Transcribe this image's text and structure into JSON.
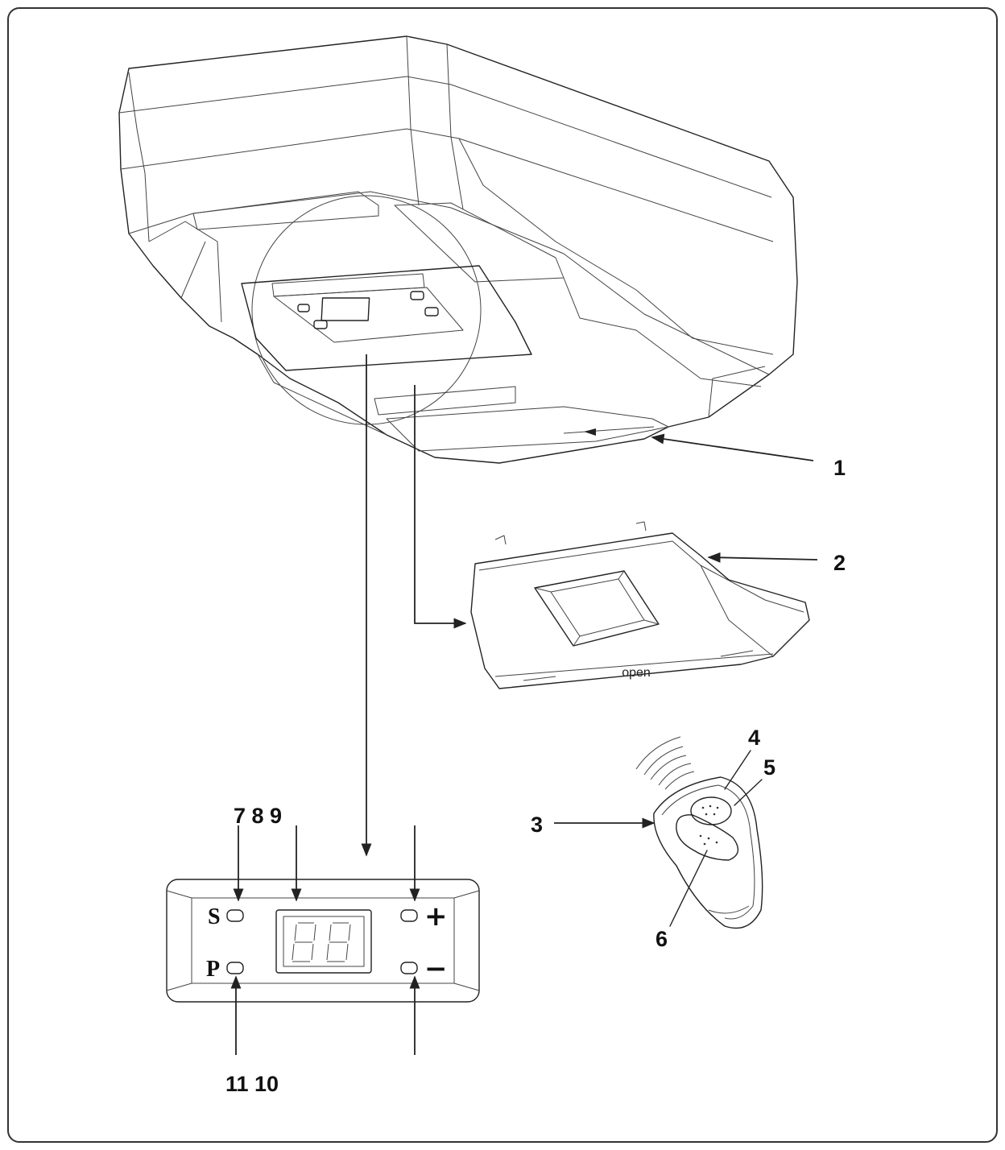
{
  "labels": {
    "c1": "1",
    "c2": "2",
    "c3": "3",
    "c4": "4",
    "c5": "5",
    "c6": "6",
    "c789": "7 8 9",
    "c1110": "11 10"
  },
  "panel": {
    "s_key": "S",
    "p_key": "P",
    "plus_key": "+",
    "minus_key": "−"
  },
  "cover": {
    "embossed_text": "open"
  },
  "icons": [
    "opener-unit",
    "panel-cover",
    "remote-control",
    "radio-signal-icon",
    "seven-segment-display"
  ]
}
